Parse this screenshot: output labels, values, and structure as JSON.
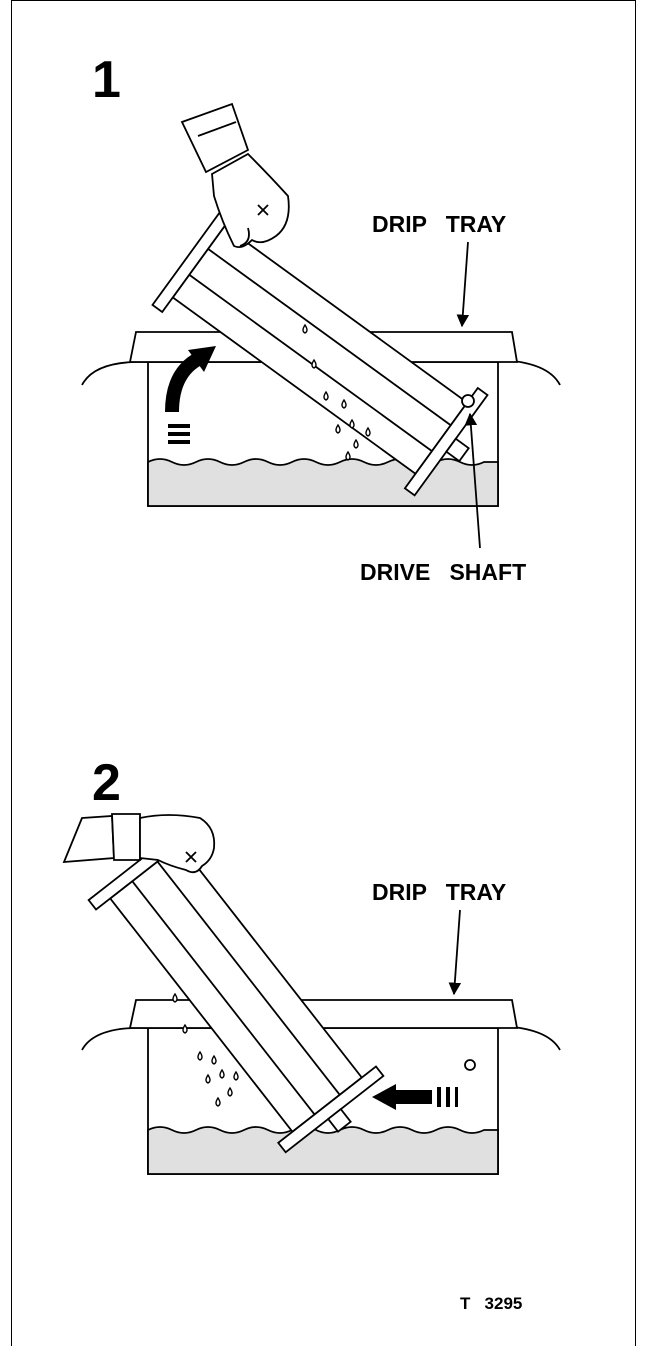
{
  "step1": {
    "number": "1",
    "drip_tray_label": "DRIP   TRAY",
    "drive_shaft_label": "DRIVE   SHAFT"
  },
  "step2": {
    "number": "2",
    "drip_tray_label": "DRIP   TRAY"
  },
  "reference": "T   3295",
  "colors": {
    "line": "#000000",
    "tray_fill": "#e0e0e0",
    "paper": "#ffffff"
  }
}
